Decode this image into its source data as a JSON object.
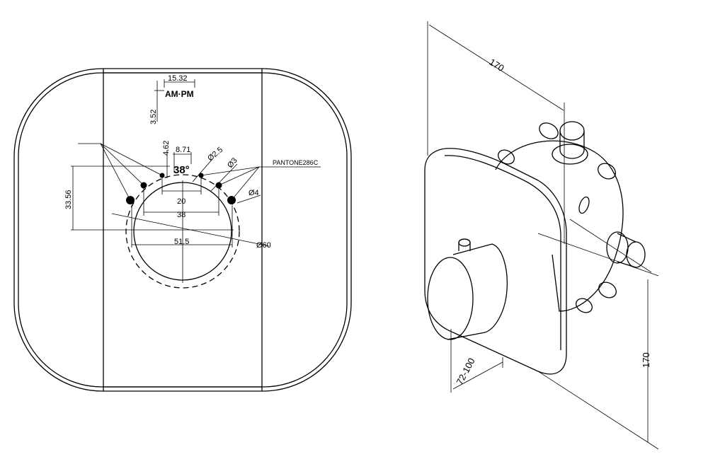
{
  "front_view": {
    "logo_text": "AM·PM",
    "dims": {
      "logo_width": "15.32",
      "logo_height": "3.52",
      "offset_vertical": "4.62",
      "spacing_small": "8.71",
      "angle": "38°",
      "hole_d1": "Ø2.5",
      "hole_d2": "Ø3",
      "hole_d3": "Ø4",
      "color_note": "PANTONE286C",
      "height": "33.56",
      "span_20": "20",
      "span_38": "38",
      "span_51_5": "51.5",
      "outer_d": "Ø60"
    }
  },
  "side_view": {
    "dims": {
      "width": "170",
      "height": "170",
      "depth": "72-100"
    }
  }
}
